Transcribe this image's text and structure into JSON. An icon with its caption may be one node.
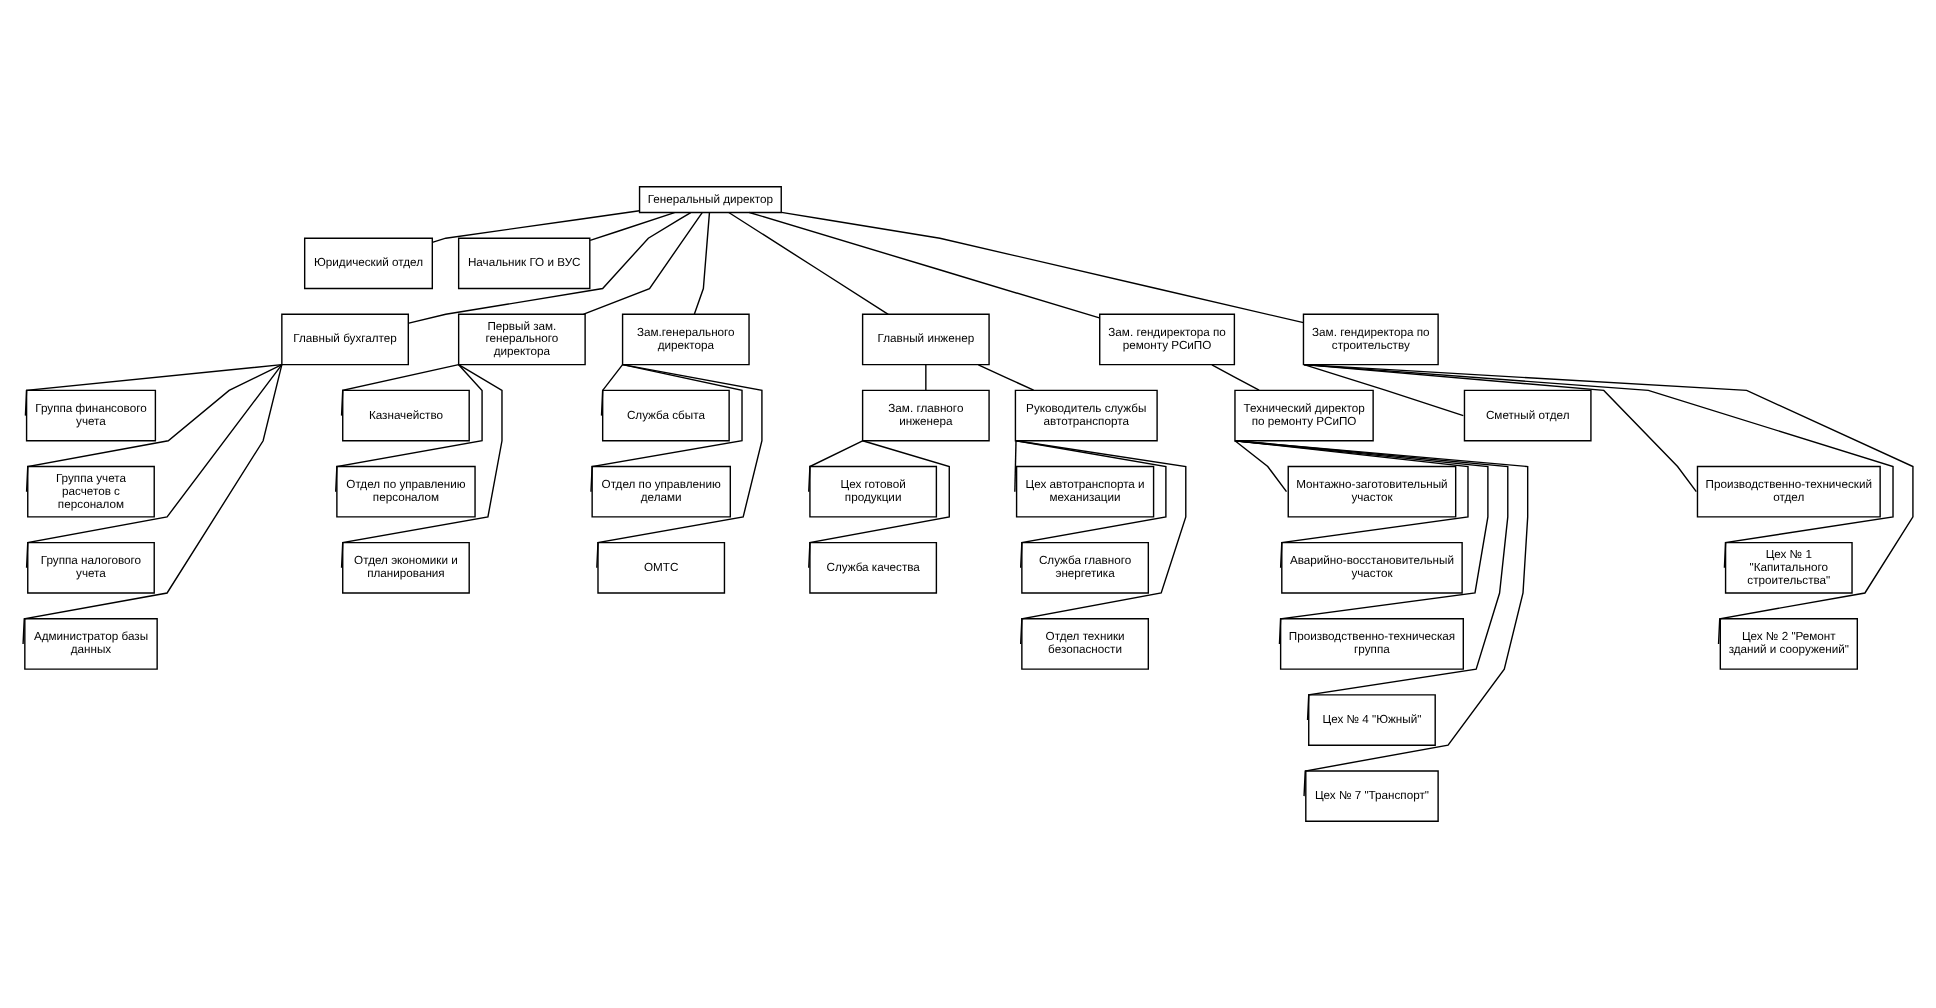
{
  "diagram": {
    "nodes": [
      {
        "text": [
          "Генеральный директор"
        ]
      },
      {
        "text": [
          "Юридический отдел"
        ]
      },
      {
        "text": [
          "Начальник ГО и ВУС"
        ]
      },
      {
        "text": [
          "Главный бухгалтер"
        ]
      },
      {
        "text": [
          "Первый зам. генерального директора"
        ]
      },
      {
        "text": [
          "Зам.генерального директора"
        ]
      },
      {
        "text": [
          "Главный инженер"
        ]
      },
      {
        "text": [
          "Зам. гендиректора по ремонту РСиПО"
        ]
      },
      {
        "text": [
          "Зам. гендиректора по строительству"
        ]
      },
      {
        "text": [
          "Группа финансового учета"
        ]
      },
      {
        "text": [
          "Группа учета расчетов с персоналом"
        ]
      },
      {
        "text": [
          "Группа налогового учета"
        ]
      },
      {
        "text": [
          "Администратор базы данных"
        ]
      },
      {
        "text": [
          "Казначейство"
        ]
      },
      {
        "text": [
          "Отдел по управлению персоналом"
        ]
      },
      {
        "text": [
          "Отдел экономики и планирования"
        ]
      },
      {
        "text": [
          "Служба сбыта"
        ]
      },
      {
        "text": [
          "Отдел по управлению делами"
        ]
      },
      {
        "text": [
          "ОМТС"
        ]
      },
      {
        "text": [
          "Зам. главного инженера"
        ]
      },
      {
        "text": [
          "Руководитель службы автотранспорта"
        ]
      },
      {
        "text": [
          "Цех готовой продукции"
        ]
      },
      {
        "text": [
          "Служба качества"
        ]
      },
      {
        "text": [
          "Цех автотранспорта и механизации"
        ]
      },
      {
        "text": [
          "Служба главного энергетика"
        ]
      },
      {
        "text": [
          "Отдел техники безопасности"
        ]
      },
      {
        "text": [
          "Технический директор по ремонту РСиПО"
        ]
      },
      {
        "text": [
          "Монтажно-заготовительный участок"
        ]
      },
      {
        "text": [
          "Аварийно-восстановительный участок"
        ]
      },
      {
        "text": [
          "Производственно-техническая группа"
        ]
      },
      {
        "text": [
          "Цех № 4 \"Южный\""
        ]
      },
      {
        "text": [
          "Цех № 7 \"Транспорт\""
        ]
      },
      {
        "text": [
          "Сметный отдел"
        ]
      },
      {
        "text": [
          "Производственно-технический отдел"
        ]
      },
      {
        "text": [
          "Цех № 1 \"Капитального строительства\""
        ]
      },
      {
        "text": [
          "Цех № 2 \"Ремонт зданий и сооружений\""
        ]
      }
    ],
    "edges": [
      {
        "from": 0,
        "to": 1,
        "arrow": "none"
      },
      {
        "from": 0,
        "to": 2,
        "arrow": "none"
      },
      {
        "from": 0,
        "to": 3,
        "arrow": "none"
      },
      {
        "from": 0,
        "to": 4,
        "arrow": "none"
      },
      {
        "from": 0,
        "to": 5,
        "arrow": "none"
      },
      {
        "from": 0,
        "to": 6,
        "arrow": "none"
      },
      {
        "from": 0,
        "to": 7,
        "arrow": "none"
      },
      {
        "from": 0,
        "to": 8,
        "arrow": "none"
      },
      {
        "from": 3,
        "to": 9,
        "arrow": "none"
      },
      {
        "from": 3,
        "to": 10,
        "arrow": "none"
      },
      {
        "from": 3,
        "to": 11,
        "arrow": "none"
      },
      {
        "from": 3,
        "to": 12,
        "arrow": "none"
      },
      {
        "from": 4,
        "to": 13,
        "arrow": "none"
      },
      {
        "from": 4,
        "to": 14,
        "arrow": "none"
      },
      {
        "from": 4,
        "to": 15,
        "arrow": "none"
      },
      {
        "from": 5,
        "to": 16,
        "arrow": "none"
      },
      {
        "from": 5,
        "to": 17,
        "arrow": "none"
      },
      {
        "from": 5,
        "to": 18,
        "arrow": "none"
      },
      {
        "from": 6,
        "to": 19,
        "arrow": "none"
      },
      {
        "from": 6,
        "to": 20,
        "arrow": "none"
      },
      {
        "from": 19,
        "to": 21,
        "arrow": "none"
      },
      {
        "from": 19,
        "to": 22,
        "arrow": "none"
      },
      {
        "from": 20,
        "to": 23,
        "arrow": "none"
      },
      {
        "from": 20,
        "to": 24,
        "arrow": "none"
      },
      {
        "from": 20,
        "to": 25,
        "arrow": "none"
      },
      {
        "from": 7,
        "to": 26,
        "arrow": "none"
      },
      {
        "from": 26,
        "to": 27,
        "arrow": "none"
      },
      {
        "from": 26,
        "to": 28,
        "arrow": "none"
      },
      {
        "from": 26,
        "to": 29,
        "arrow": "none"
      },
      {
        "from": 26,
        "to": 30,
        "arrow": "none"
      },
      {
        "from": 26,
        "to": 31,
        "arrow": "none"
      },
      {
        "from": 8,
        "to": 32,
        "arrow": "none"
      },
      {
        "from": 8,
        "to": 33,
        "arrow": "none"
      },
      {
        "from": 8,
        "to": 34,
        "arrow": "none"
      },
      {
        "from": 8,
        "to": 35,
        "arrow": "none"
      }
    ]
  }
}
